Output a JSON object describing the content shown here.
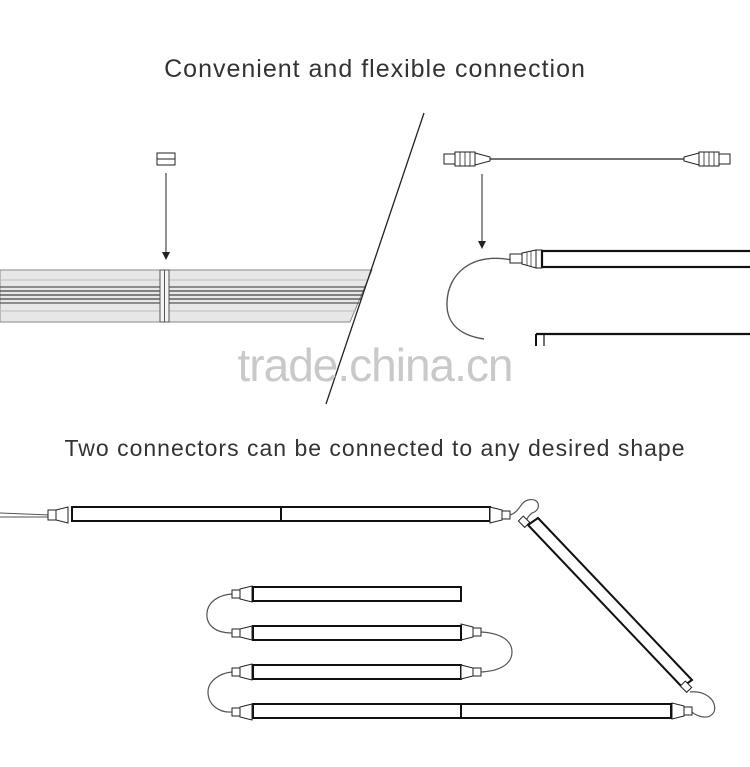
{
  "titles": {
    "top": "Convenient and flexible connection",
    "bottom": "Two connectors can be connected to any desired shape"
  },
  "watermark": "trade.china.cn",
  "colors": {
    "text": "#333333",
    "line": "#222222",
    "bar_fill": "#ffffff",
    "profile_fill": "#e6e6e6",
    "watermark": "#c9c9c9"
  }
}
